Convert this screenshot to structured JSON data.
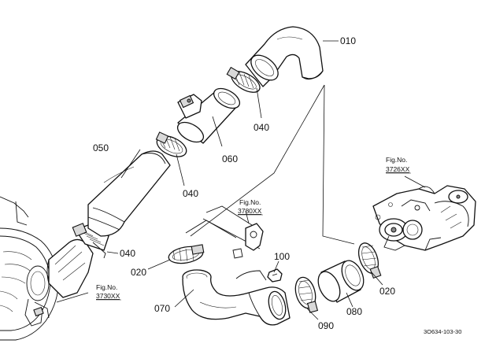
{
  "callouts": {
    "p010": "010",
    "p040a": "040",
    "p060": "060",
    "p050": "050",
    "p040b": "040",
    "p040c": "040",
    "p020a": "020",
    "p070": "070",
    "p100": "100",
    "p080": "080",
    "p090": "090",
    "p020b": "020"
  },
  "fig_refs": {
    "turbo": {
      "label": "Fig.No.",
      "number": "3726XX"
    },
    "bracket": {
      "label": "Fig.No.",
      "number": "3780XX"
    },
    "aircleaner": {
      "label": "Fig.No.",
      "number": "3730XX"
    }
  },
  "drawing_code": "3O634-103-30"
}
